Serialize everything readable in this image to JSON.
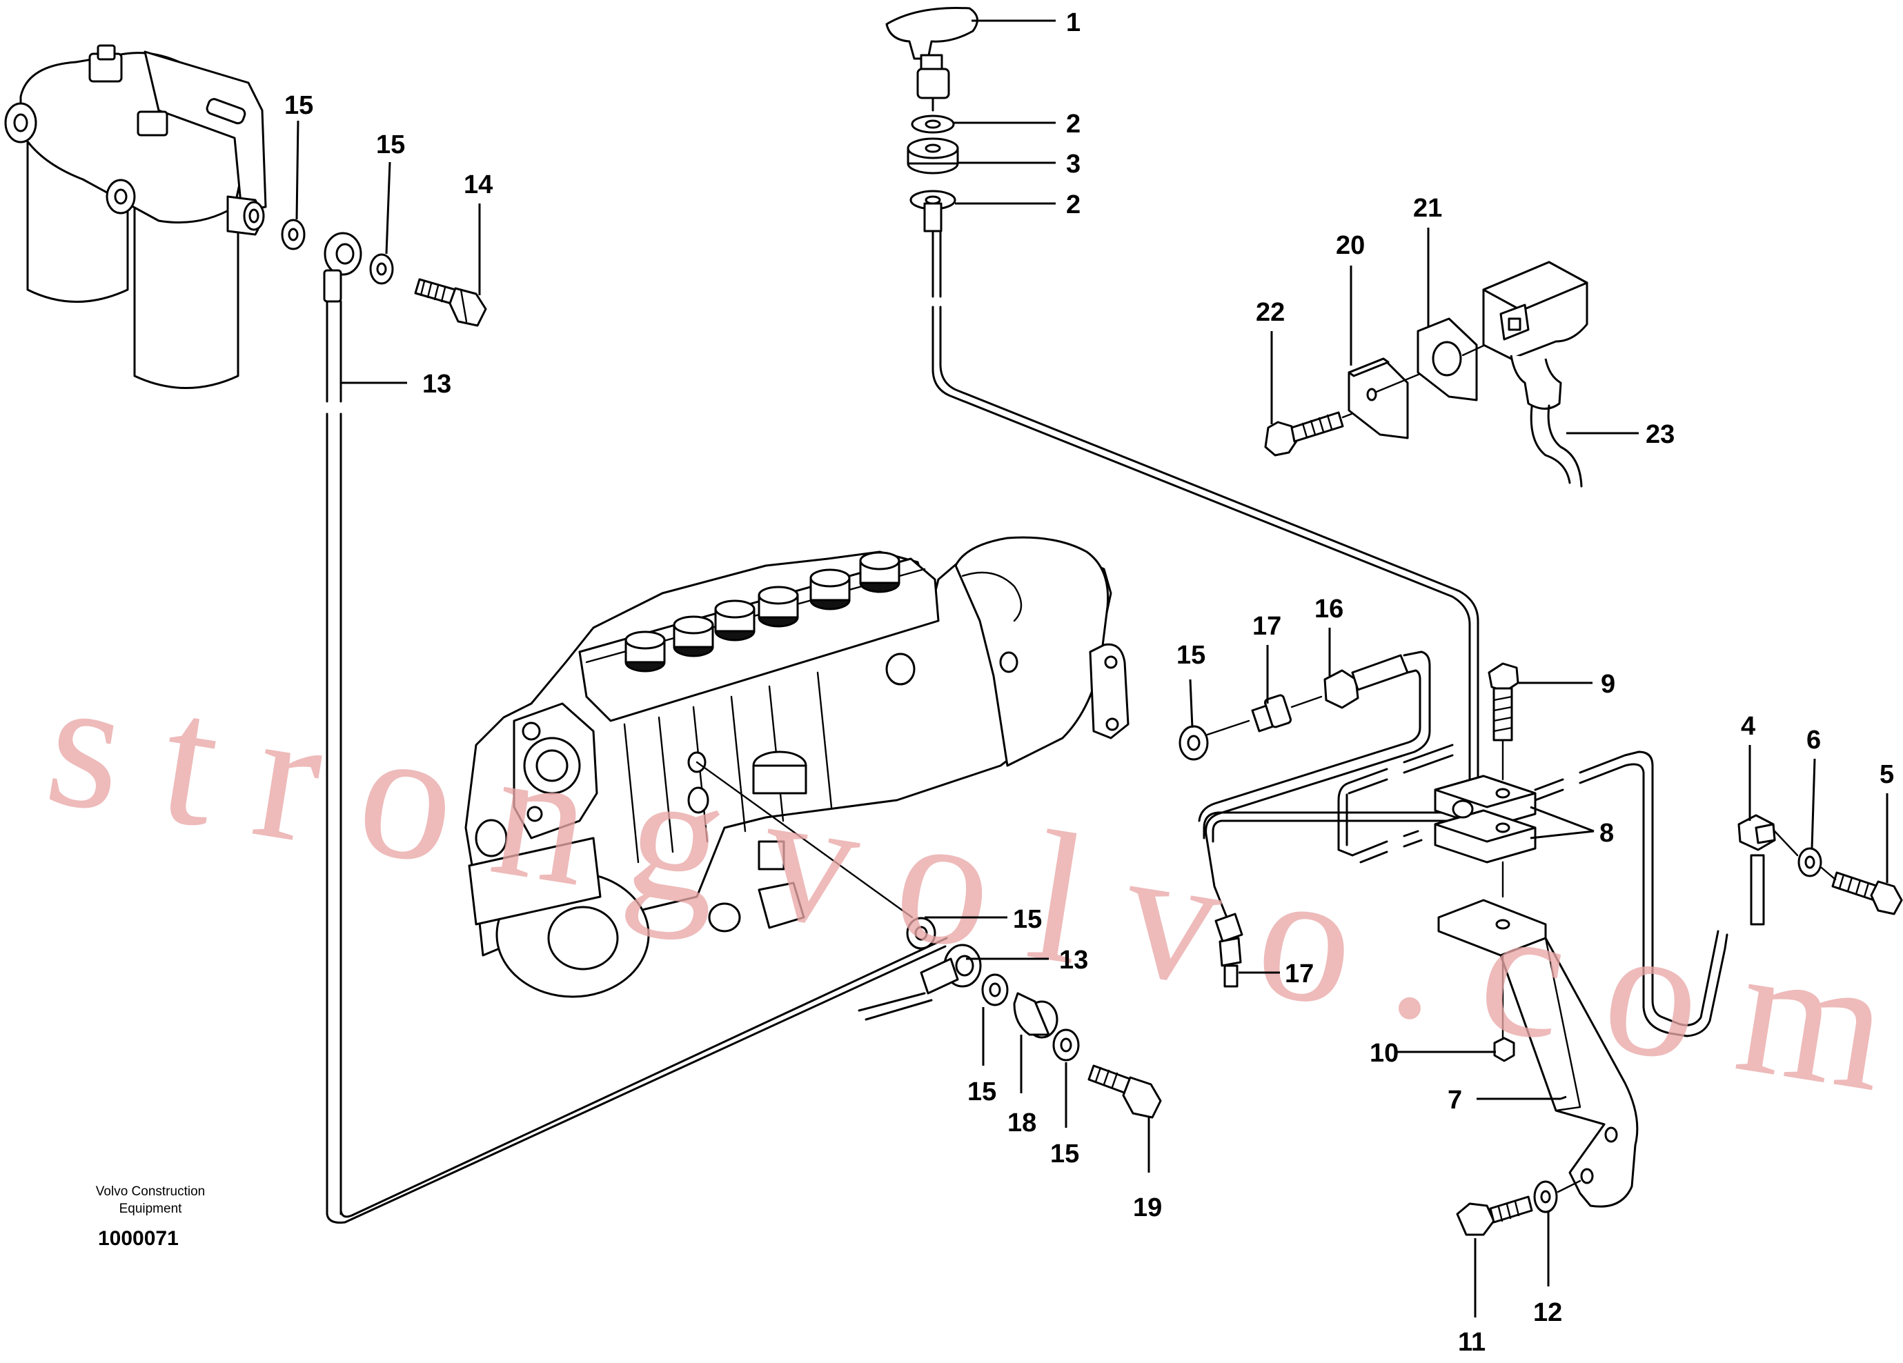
{
  "watermark": "strongvolvo.com",
  "caption": {
    "line1": "Volvo Construction",
    "line2": "Equipment",
    "code": "1000071"
  },
  "callouts": [
    {
      "id": "c1",
      "label": "1"
    },
    {
      "id": "c2a",
      "label": "2"
    },
    {
      "id": "c3",
      "label": "3"
    },
    {
      "id": "c2b",
      "label": "2"
    },
    {
      "id": "c4",
      "label": "4"
    },
    {
      "id": "c5",
      "label": "5"
    },
    {
      "id": "c6",
      "label": "6"
    },
    {
      "id": "c7",
      "label": "7"
    },
    {
      "id": "c8",
      "label": "8"
    },
    {
      "id": "c9",
      "label": "9"
    },
    {
      "id": "c10",
      "label": "10"
    },
    {
      "id": "c11",
      "label": "11"
    },
    {
      "id": "c12",
      "label": "12"
    },
    {
      "id": "c13a",
      "label": "13"
    },
    {
      "id": "c13b",
      "label": "13"
    },
    {
      "id": "c14",
      "label": "14"
    },
    {
      "id": "c15a",
      "label": "15"
    },
    {
      "id": "c15b",
      "label": "15"
    },
    {
      "id": "c15c",
      "label": "15"
    },
    {
      "id": "c15d",
      "label": "15"
    },
    {
      "id": "c15e",
      "label": "15"
    },
    {
      "id": "c15f",
      "label": "15"
    },
    {
      "id": "c16",
      "label": "16"
    },
    {
      "id": "c17a",
      "label": "17"
    },
    {
      "id": "c17b",
      "label": "17"
    },
    {
      "id": "c18",
      "label": "18"
    },
    {
      "id": "c19",
      "label": "19"
    },
    {
      "id": "c20",
      "label": "20"
    },
    {
      "id": "c21",
      "label": "21"
    },
    {
      "id": "c22",
      "label": "22"
    },
    {
      "id": "c23",
      "label": "23"
    }
  ]
}
